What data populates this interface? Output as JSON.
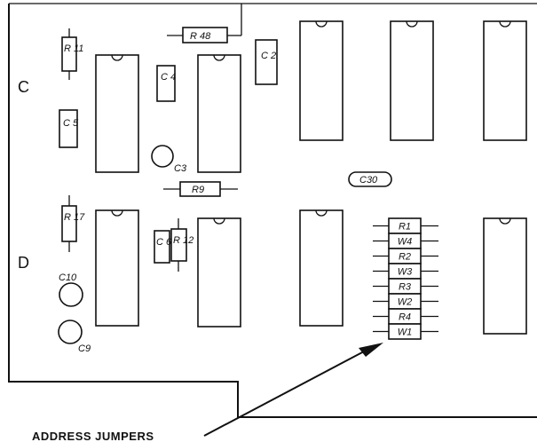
{
  "row_labels": {
    "top": "C",
    "bottom": "D"
  },
  "components": {
    "r11": "R 11",
    "r48": "R 48",
    "c2": "C 2",
    "c4": "C 4",
    "c5": "C 5",
    "c3": "C3",
    "r9": "R9",
    "c30": "C30",
    "r17": "R 17",
    "c6": "C 6",
    "r12": "R 12",
    "c10": "C10",
    "c9": "C9"
  },
  "jumpers": [
    "R1",
    "W4",
    "R2",
    "W3",
    "R3",
    "W2",
    "R4",
    "W1"
  ],
  "callout": "ADDRESS JUMPERS"
}
